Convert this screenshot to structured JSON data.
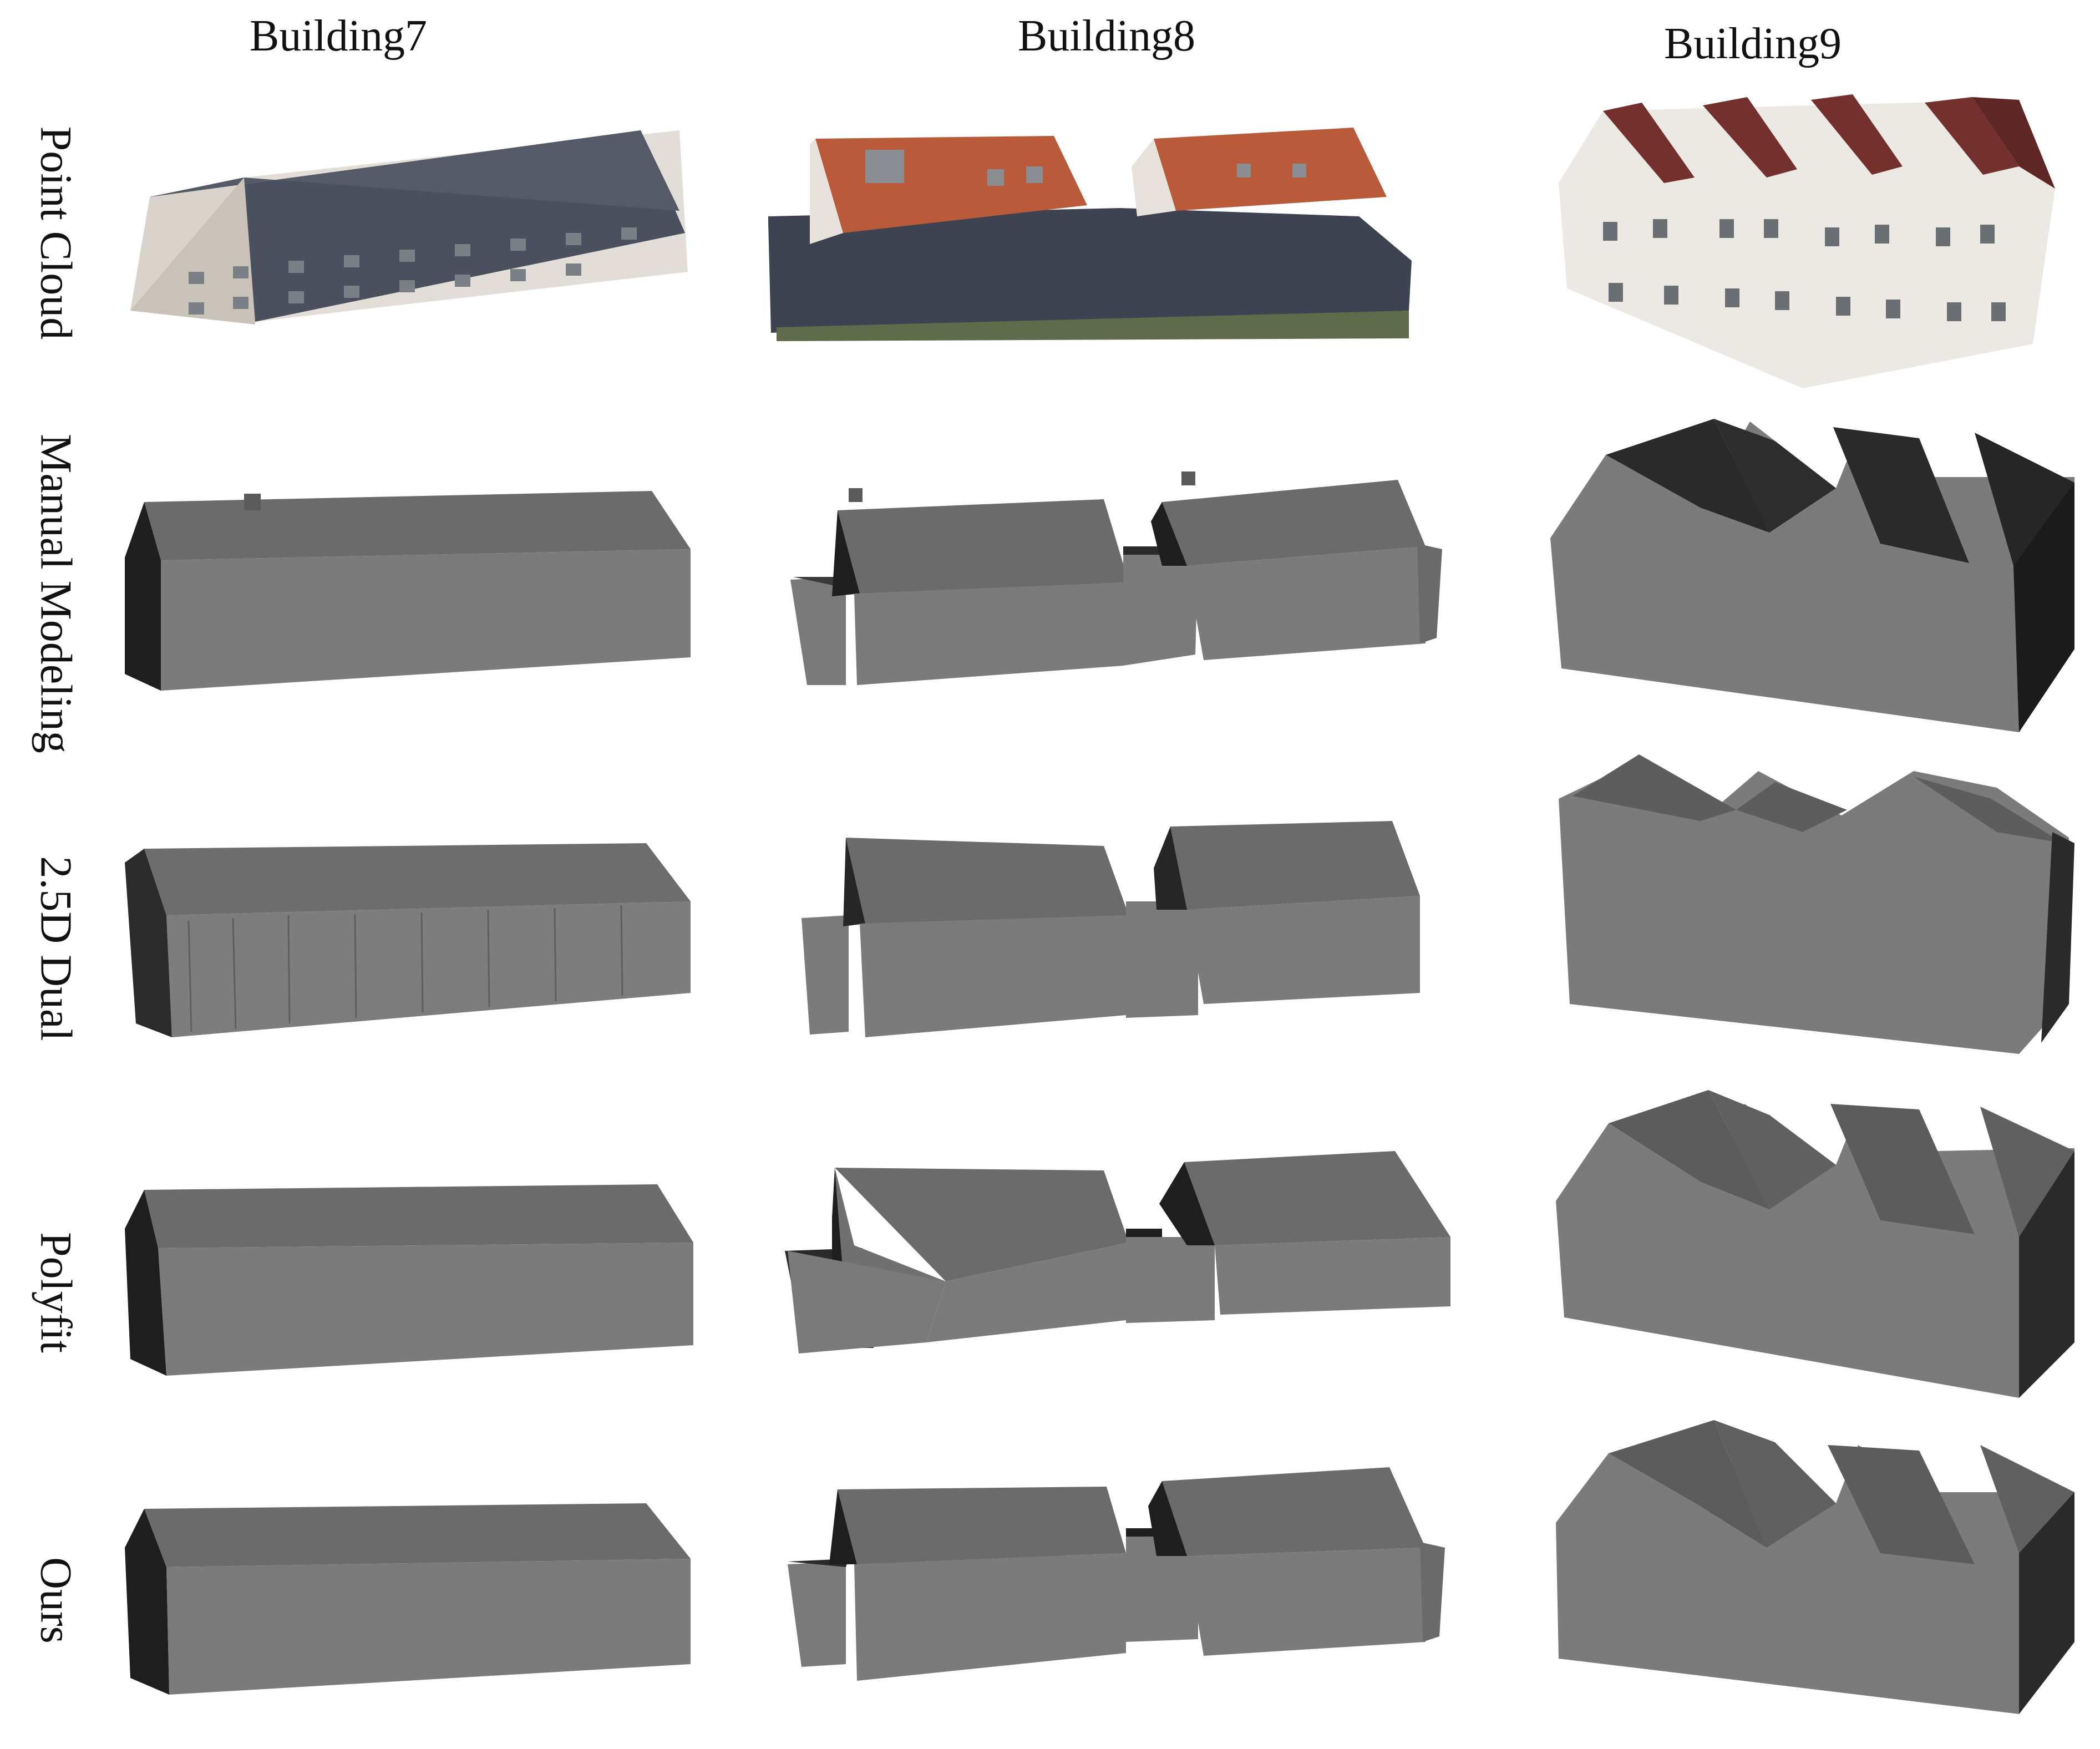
{
  "figure": {
    "columns": [
      "Building7",
      "Building8",
      "Building9"
    ],
    "rows": [
      "Point Cloud",
      "Manual Modeling",
      "2.5D Dual",
      "Polyfit",
      "Ours"
    ]
  },
  "colors": {
    "model_front": "#7c7c7c",
    "model_roof": "#6d6d6d",
    "model_side": "#1e1e1e",
    "roof_tile": "#b85a3c",
    "slate_roof": "#4a4f5c",
    "wall_light": "#e6e2dc"
  }
}
